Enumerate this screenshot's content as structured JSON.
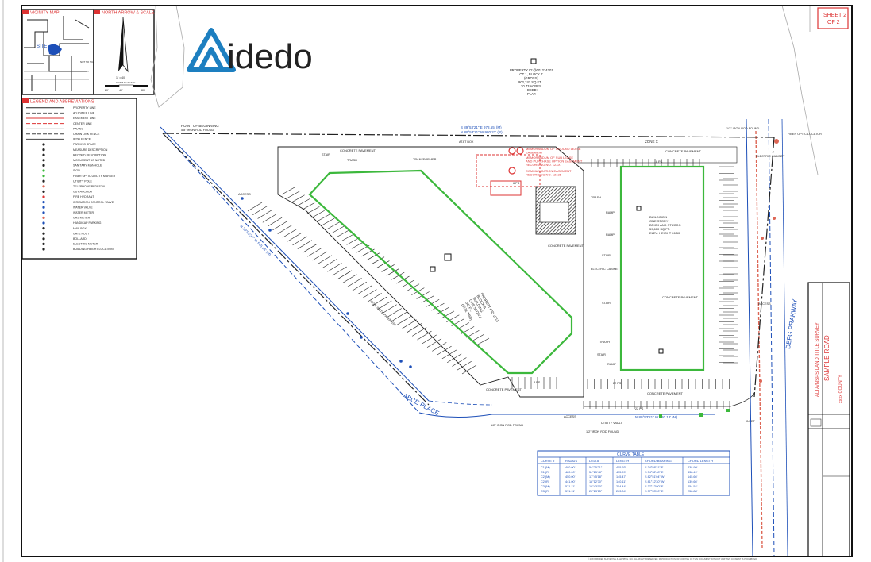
{
  "panels": {
    "vicinity_map": "VICINITY MAP",
    "north_arrow": "NORTH ARROW & SCALE",
    "legend": "LEGEND AND ABBREVIATIONS",
    "site_label": "SITE",
    "not_to_scale": "NOT TO SCALE",
    "scale_text": "1\" = 40'",
    "graphic_scale": "GRAPHIC SCALE",
    "scale_ticks": [
      "20'",
      "40'",
      "80'"
    ]
  },
  "brand": {
    "name": "idedo"
  },
  "sheet": {
    "line1": "SHEET 2",
    "line2": "OF 2"
  },
  "legend_items": [
    "PROPERTY LINE",
    "ADJOINER LINE",
    "EASEMENT LINE",
    "CENTER LINE",
    "PAVING",
    "CHAIN LINK FENCE",
    "IRON FENCE",
    "PARKING SPACE",
    "MEASURE DESCRIPTION",
    "RECORD DESCRIPTION",
    "MONUMENT AS NOTED",
    "SANITARY MANHOLE",
    "SIGN",
    "FIBER OPTIC UTILITY MARKER",
    "UTILITY POLE",
    "TELEPHONE PEDESTAL",
    "GUY ANCHOR",
    "FIRE HYDRANT",
    "IRRIGATION CONTROL VALVE",
    "WATER VALVE",
    "WATER METER",
    "GAS METER",
    "HANDICAP PARKING",
    "MAIL BOX",
    "GATE POST",
    "BOLLARD",
    "ELECTRIC METER",
    "BUILDING HEIGHT LOCATION"
  ],
  "roads": {
    "east": "DEFG PRAKWAY",
    "south": "ABCE PLACE"
  },
  "labels": {
    "concrete_pavement": "CONCRETE PAVEMENT",
    "zone": "ZONE X",
    "pob": "POINT OF BEGINNING",
    "pob_sub": "5/8\" IRON ROD FOUND",
    "property_block": [
      "PROPERTY ID:@001234201",
      "LOT 1, BLOCK 7",
      "(GROSS)",
      "902,747 SQ.FT.",
      "20.73 ACRES",
      "DEED:",
      "PLAT:"
    ],
    "building1": [
      "BUILDING 1",
      "ONE STORY",
      "BRICK AND STUCCO",
      "59,610 SQ.FT.",
      "ELEV. HEIGHT 26.50'"
    ],
    "building2": [
      "PROPERTY ID 1013",
      "BLOCK A",
      "BUILDING",
      "ONE STORY",
      "SQ.FT.",
      "(SIZE TBD)"
    ],
    "memo1": [
      "MEMORANDUM OF GROUND LEASE",
      "EASEMENT"
    ],
    "memo2": [
      "MEMORANDUM OF SUB LEASE",
      "AND PURCHASE OPTION EASEMENT",
      "RECORDING NO. 12XX"
    ],
    "comm_easement": [
      "COMMUNICATION EASEMENT",
      "RECORDING NO. 12131"
    ],
    "rod_found": "1/2\" IRON ROD FOUND",
    "utility_vault": "UTILITY VAULT",
    "inlet": "INLET",
    "access": "ACCESS",
    "ramp": "RAMP",
    "stair": "STAIR",
    "trash": "TRASH",
    "electric_cabinet": "ELECTRIC CABINET",
    "transformer": "TRANSFORMER",
    "fiber_optic": "FIBER OPTIC LOCATOR",
    "att_box": "AT&T BOX",
    "bearing_top": "S 89°53'21\" E  978.55' (M)",
    "bearing_top2": "N 89°53'21\" W  980.22' (R)",
    "bearing_left": "N 38°05'34\" W  545.16' (M)",
    "bearing_bottom": "N 89°53'21\" W  580.18' (M)",
    "ps_count": "22 PS",
    "ps_count2": "8 PS",
    "ps_count3": "6 PS"
  },
  "title_block": {
    "road": "SAMPLE ROAD",
    "survey": "ALTA/NSPS LAND TITLE SURVEY",
    "county": "xxxx COUNTY"
  },
  "curve_table": {
    "title": "CURVE TABLE",
    "headers": [
      "CURVE #",
      "RADIUS",
      "DELTA",
      "LENGTH",
      "CHORD BEARING",
      "CHORD LENGTH"
    ],
    "rows": [
      [
        "C1 (M)",
        "480.00'",
        "54°25'21\"",
        "455.93'",
        "S 34°58'21\" E",
        "438.99'"
      ],
      [
        "C1 (R)",
        "480.00'",
        "54°25'48\"",
        "455.99'",
        "S 34°32'48\" E",
        "438.49'"
      ],
      [
        "C2 (M)",
        "450.00'",
        "17°45'18\"",
        "145.47'",
        "S 82°51'04\" W",
        "145.66'"
      ],
      [
        "C2 (R)",
        "441.00'",
        "18°12'30\"",
        "140.11'",
        "S 81°12'30\" W",
        "139.66'"
      ],
      [
        "C3 (M)",
        "571.11'",
        "18°43'00\"",
        "254.44'",
        "S 37°12'00\" E",
        "254.54'"
      ],
      [
        "C3 (R)",
        "571.11'",
        "26°23'15\"",
        "263.04'",
        "S 37°53'00\" E",
        "258.88'"
      ]
    ]
  },
  "footer_note": "© 20XX  ABCDEF SURVEYING & MAPPING, INC.  ALL RIGHTS RESERVED.  REPRODUCTION OR COPYING OF THIS DOCUMENT WITHOUT WRITTEN CONSENT IS PROHIBITED."
}
